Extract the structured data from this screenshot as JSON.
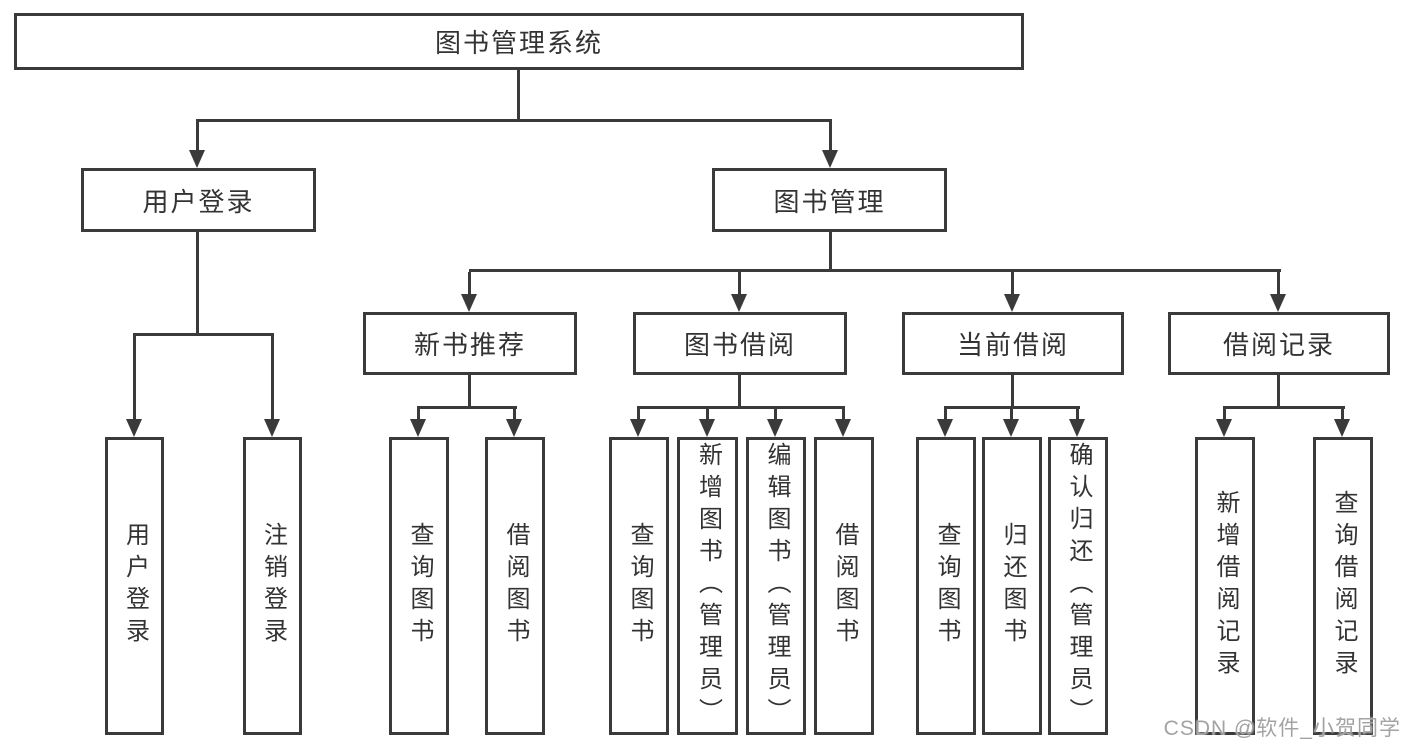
{
  "watermark": "CSDN @软件_小贺同学",
  "colors": {
    "line": "#3a3a3a",
    "box_border": "#3a3a3a",
    "text": "#333333",
    "watermark_text": "#a3a3a3",
    "background": "#ffffff"
  },
  "tree": {
    "root": {
      "label": "图书管理系统",
      "children": [
        {
          "label": "用户登录",
          "children": [
            {
              "label": "用户登录"
            },
            {
              "label": "注销登录"
            }
          ]
        },
        {
          "label": "图书管理",
          "children": [
            {
              "label": "新书推荐",
              "children": [
                {
                  "label": "查询图书"
                },
                {
                  "label": "借阅图书"
                }
              ]
            },
            {
              "label": "图书借阅",
              "children": [
                {
                  "label": "查询图书"
                },
                {
                  "label": "新增图书（管理员）"
                },
                {
                  "label": "编辑图书（管理员）"
                },
                {
                  "label": "借阅图书"
                }
              ]
            },
            {
              "label": "当前借阅",
              "children": [
                {
                  "label": "查询图书"
                },
                {
                  "label": "归还图书"
                },
                {
                  "label": "确认归还（管理员）"
                }
              ]
            },
            {
              "label": "借阅记录",
              "children": [
                {
                  "label": "新增借阅记录"
                },
                {
                  "label": "查询借阅记录"
                }
              ]
            }
          ]
        }
      ]
    }
  }
}
